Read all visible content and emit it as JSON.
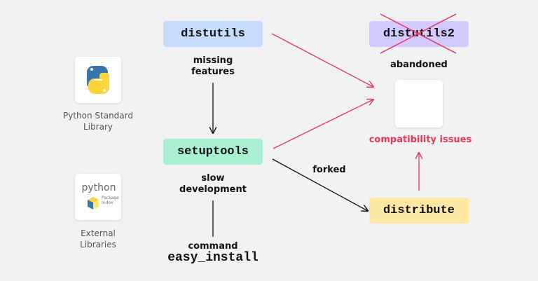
{
  "nodes": {
    "distutils": "distutils",
    "distutils2": "distutils2",
    "setuptools": "setuptools",
    "distribute": "distribute",
    "easy_install": "easy_install"
  },
  "labels": {
    "missing_features_1": "missing",
    "missing_features_2": "features",
    "abandoned": "abandoned",
    "compatibility_issues": "compatibility issues",
    "slow_development_1": "slow",
    "slow_development_2": "development",
    "forked": "forked",
    "command": "command"
  },
  "sidebar": {
    "python_standard_library_1": "Python Standard",
    "python_standard_library_2": "Library",
    "external_libraries_1": "External",
    "external_libraries_2": "Libraries",
    "pypi_logo_word": "python",
    "pypi_logo_sub_1": "Package",
    "pypi_logo_sub_2": "Index"
  },
  "colors": {
    "background": "#f2f2f2",
    "distutils_box": "#c7dbff",
    "distutils2_box": "#d4c9ff",
    "setuptools_box": "#a8efd4",
    "distribute_box": "#ffe8a3",
    "red_arrow": "#e8365d",
    "black_arrow": "#111111",
    "python_blue": "#3776ab",
    "python_yellow": "#ffd43b"
  },
  "icons": [
    "python-logo-icon",
    "pypi-logo-icon",
    "cross-out-icon"
  ]
}
